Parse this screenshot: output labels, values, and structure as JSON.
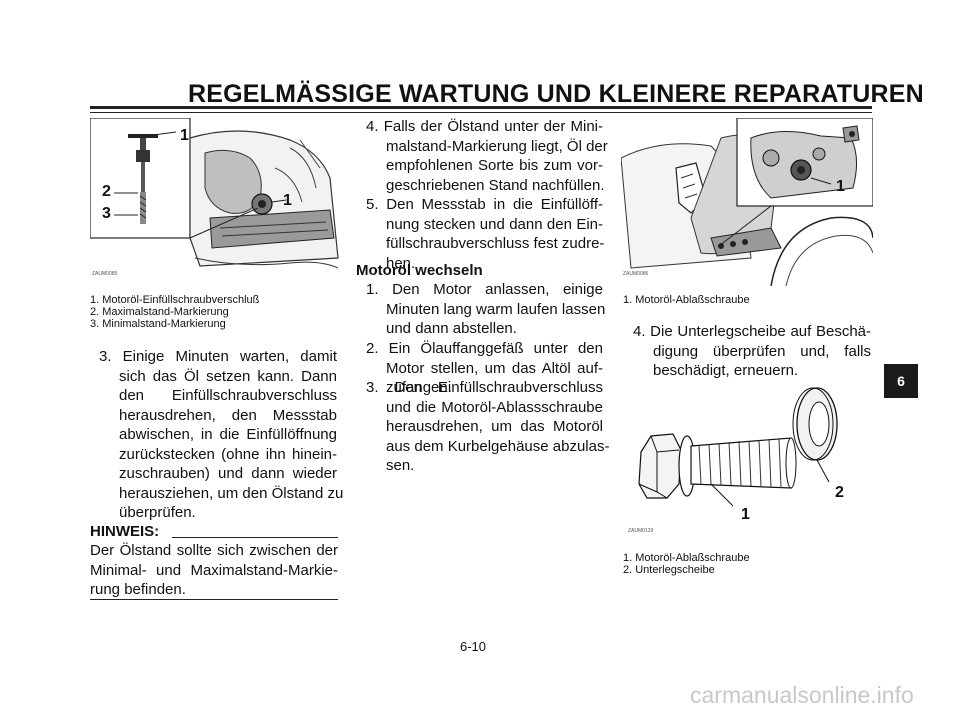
{
  "header": {
    "title": "REGELMÄSSIGE WARTUNG UND KLEINERE REPARATUREN"
  },
  "left": {
    "figure_code": "ZAUM0085",
    "captions": [
      "1. Motoröl-Einfüllschraubverschluß",
      "2. Maximalstand-Markierung",
      "3. Minimalstand-Markierung"
    ],
    "step3_lines": [
      "3. Einige Minuten warten, damit",
      "sich das Öl setzen kann. Dann",
      "den Einfüllschraubverschluss",
      "herausdrehen, den Messstab",
      "abwischen, in die Einfüllöffnung",
      "zurückstecken (ohne ihn hinein-",
      "zuschrauben) und dann wieder",
      "herausziehen, um den Ölstand zu",
      "überprüfen."
    ],
    "note_title": "HINWEIS:",
    "note_lines": [
      "Der Ölstand sollte sich zwischen der",
      "Minimal- und Maximalstand-Markie-",
      "rung befinden."
    ]
  },
  "middle": {
    "step4_lines": [
      "4. Falls der Ölstand unter der Mini-",
      "malstand-Markierung liegt, Öl der",
      "empfohlenen Sorte bis zum vor-",
      "geschriebenen Stand nachfüllen."
    ],
    "step5_lines": [
      "5. Den Messstab in die Einfüllöff-",
      "nung stecken und dann den Ein-",
      "füllschraubverschluss fest zudre-",
      "hen."
    ],
    "section_title": "Motoröl wechseln",
    "m1_lines": [
      "1. Den Motor anlassen, einige",
      "Minuten lang warm laufen lassen",
      "und dann abstellen."
    ],
    "m2_lines": [
      "2. Ein Ölauffanggefäß unter den",
      "Motor stellen, um das Altöl auf-",
      "zufangen."
    ],
    "m3_lines": [
      "3. Den Einfüllschraubverschluss",
      "und die Motoröl-Ablassschraube",
      "herausdrehen, um das Motoröl",
      "aus dem Kurbelgehäuse abzulas-",
      "sen."
    ]
  },
  "right": {
    "figure1_code": "ZAUM0086",
    "figure1_caption": "1. Motoröl-Ablaßschraube",
    "step4_lines": [
      "4. Die Unterlegscheibe auf Beschä-",
      "digung überprüfen und, falls",
      "beschädigt, erneuern."
    ],
    "figure2_code": "ZAUM0129",
    "figure2_captions": [
      "1. Motoröl-Ablaßschraube",
      "2. Unterlegscheibe"
    ]
  },
  "callouts": {
    "one": "1",
    "two": "2",
    "three": "3"
  },
  "side_tab": "6",
  "page_number": "6-10",
  "watermark": "carmanualsonline.info"
}
